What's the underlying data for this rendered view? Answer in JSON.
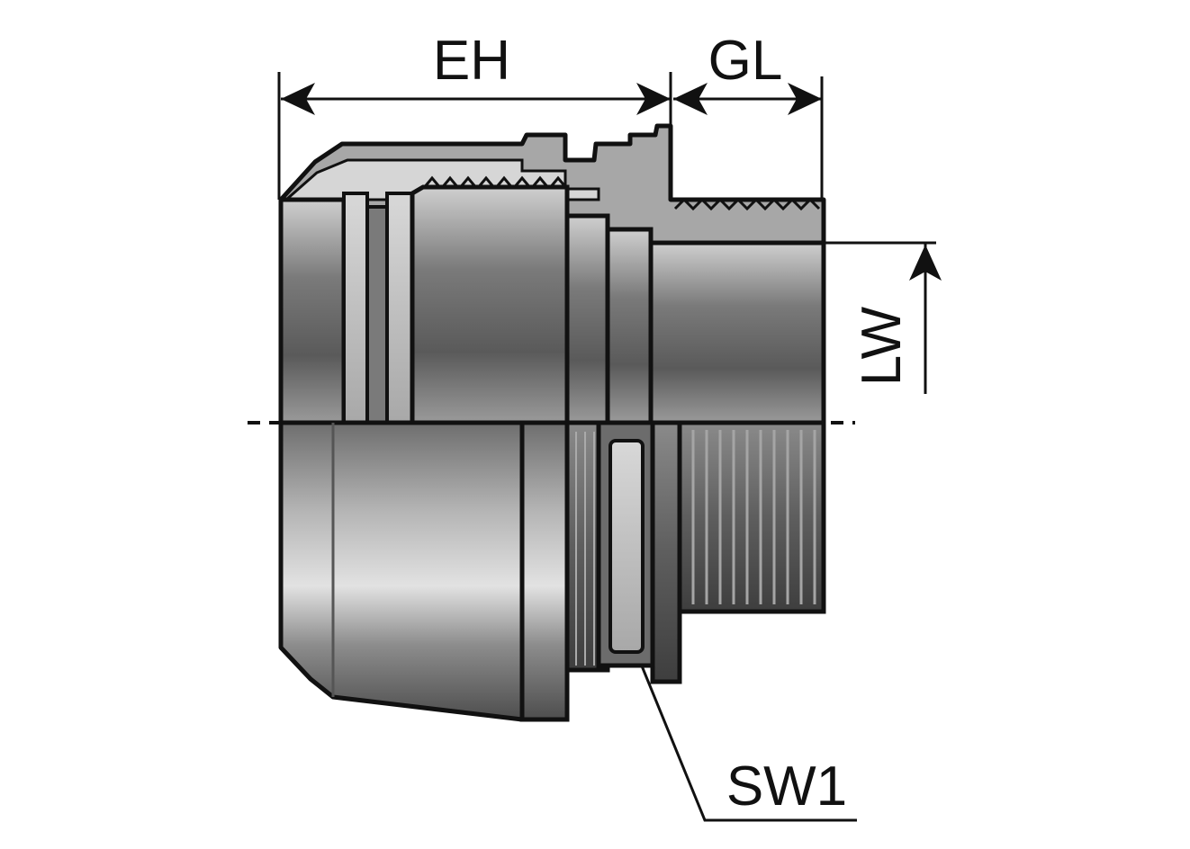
{
  "labels": {
    "eh": "EH",
    "gl": "GL",
    "lw": "LW",
    "sw1": "SW1"
  },
  "colors": {
    "body_dark": "#5c5c5c",
    "body_mid": "#8a8a8a",
    "body_light": "#c9c9c9",
    "highlight": "#e6e6e6",
    "outline": "#111111"
  }
}
